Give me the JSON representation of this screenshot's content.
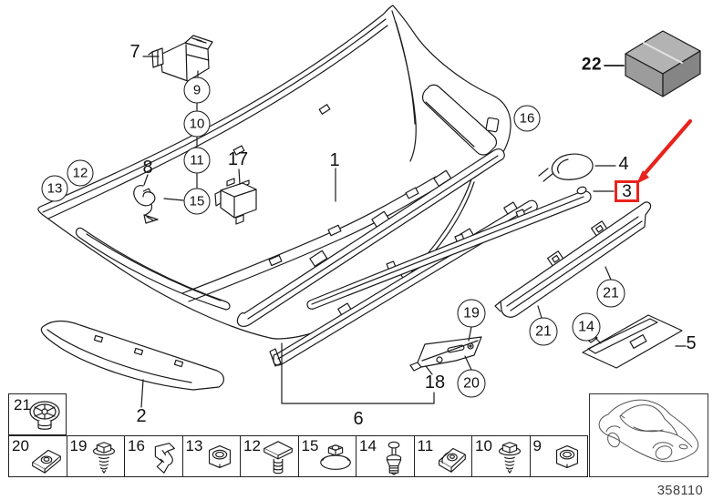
{
  "drawing_number": "358110",
  "colors": {
    "line": "#1a1a1a",
    "highlight_red": "#e8231d",
    "kit_box_top": "#b3b3b3",
    "kit_box_left": "#9c9c9c",
    "kit_box_right": "#858585"
  },
  "callouts": {
    "circled": [
      {
        "label": "9"
      },
      {
        "label": "10"
      },
      {
        "label": "11"
      },
      {
        "label": "15"
      },
      {
        "label": "12"
      },
      {
        "label": "13"
      },
      {
        "label": "16"
      },
      {
        "label": "19"
      },
      {
        "label": "20"
      },
      {
        "label": "21"
      },
      {
        "label": "21"
      },
      {
        "label": "14"
      }
    ],
    "plain": [
      {
        "label": "7"
      },
      {
        "label": "8"
      },
      {
        "label": "17"
      },
      {
        "label": "1"
      },
      {
        "label": "4"
      },
      {
        "label": "2"
      },
      {
        "label": "6"
      },
      {
        "label": "18"
      },
      {
        "label": "5"
      },
      {
        "label": "22"
      }
    ],
    "highlighted": {
      "label": "3"
    }
  },
  "legend": {
    "standalone_label": "21",
    "cells": [
      {
        "label": "20",
        "icon": "speed-nut"
      },
      {
        "label": "19",
        "icon": "screw-with-washer"
      },
      {
        "label": "16",
        "icon": "plastic-clip"
      },
      {
        "label": "13",
        "icon": "hex-nut"
      },
      {
        "label": "12",
        "icon": "square-head-bolt"
      },
      {
        "label": "15",
        "icon": "flange-nut"
      },
      {
        "label": "14",
        "icon": "expansion-rivet"
      },
      {
        "label": "11",
        "icon": "clip-nut"
      },
      {
        "label": "10",
        "icon": "screw-with-washer"
      },
      {
        "label": "9",
        "icon": "hex-nut"
      }
    ]
  }
}
